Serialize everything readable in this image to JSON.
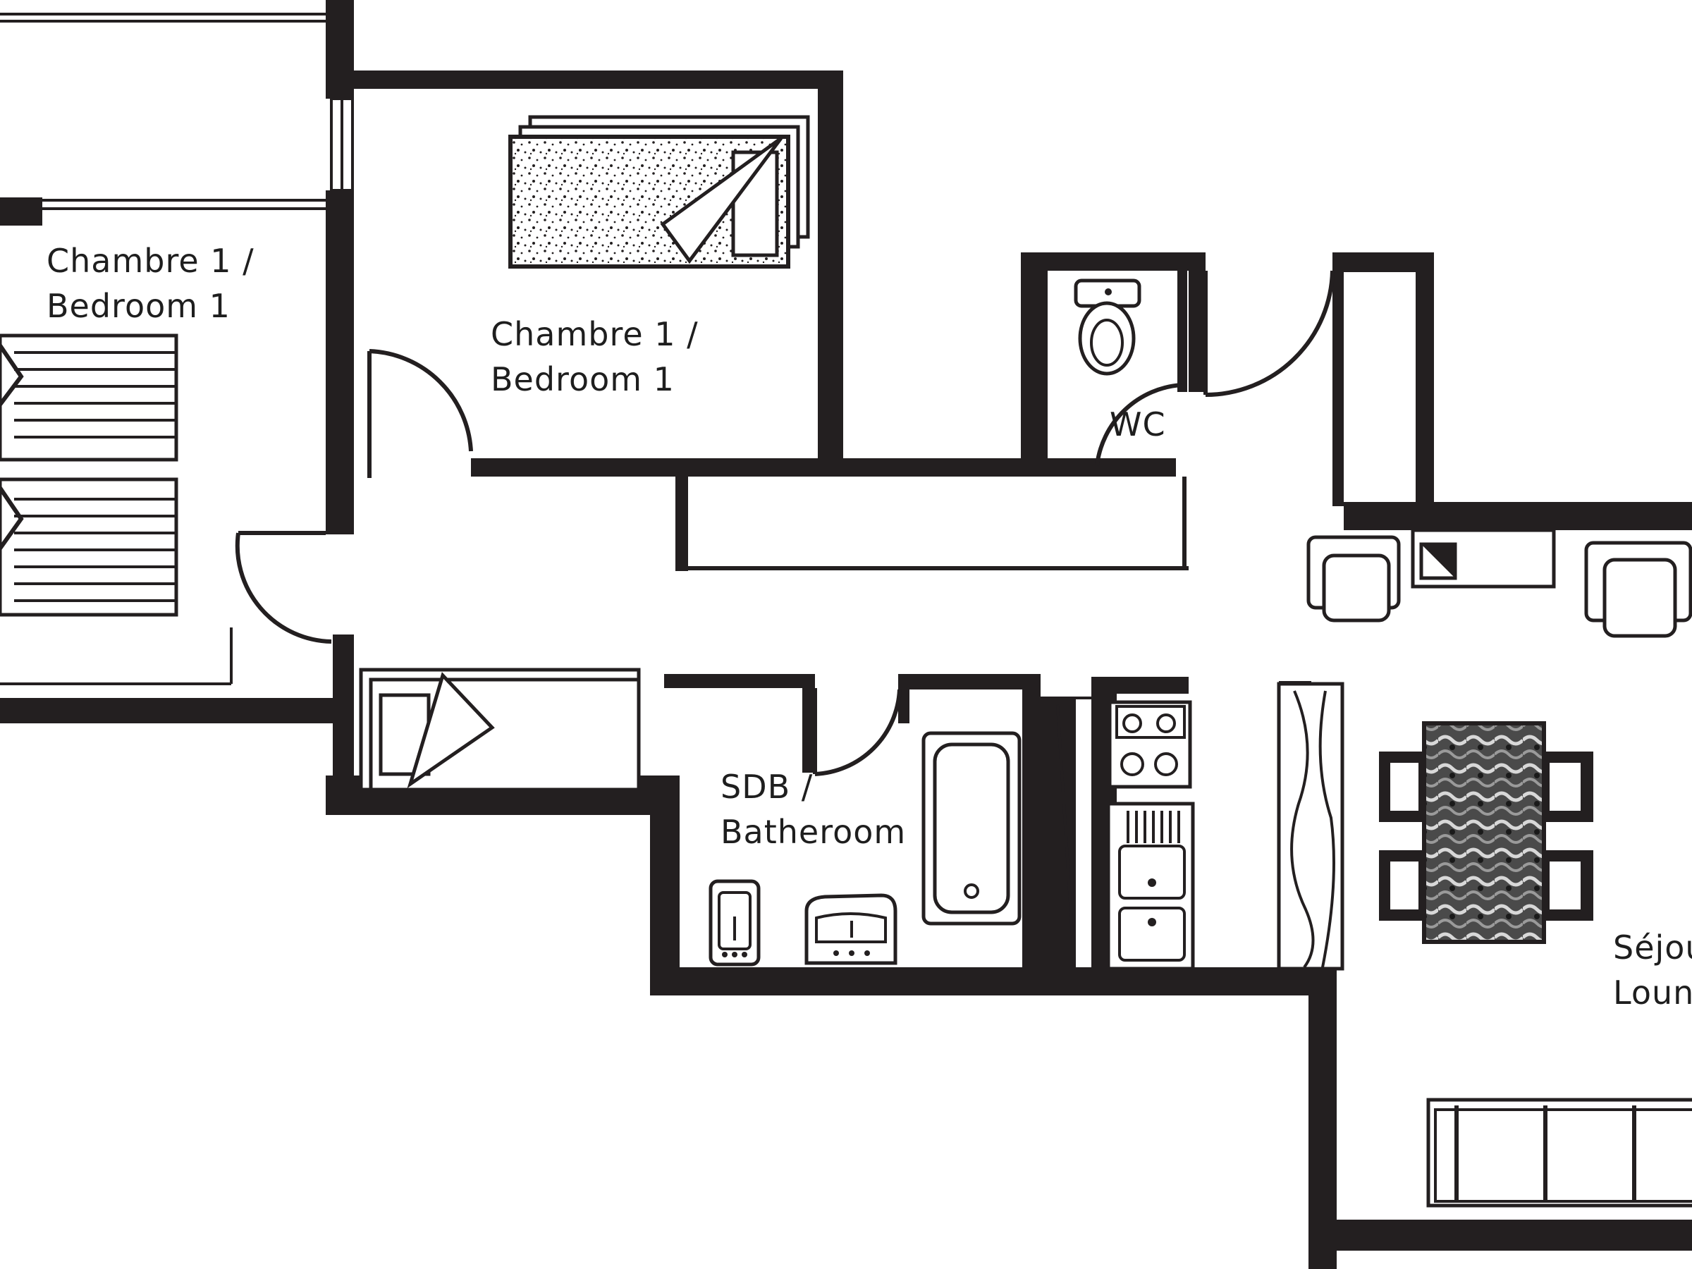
{
  "rooms": {
    "bedroom_left": {
      "line1": "Chambre 1 /",
      "line2": "Bedroom 1"
    },
    "bedroom_center": {
      "line1": "Chambre 1 /",
      "line2": "Bedroom 1"
    },
    "wc": {
      "label": "WC"
    },
    "bathroom": {
      "line1": "SDB /",
      "line2": "Batheroom"
    },
    "lounge": {
      "line1": "Séjou",
      "line2": "Loung"
    }
  },
  "colors": {
    "wall": "#231f20",
    "background": "#ffffff"
  }
}
